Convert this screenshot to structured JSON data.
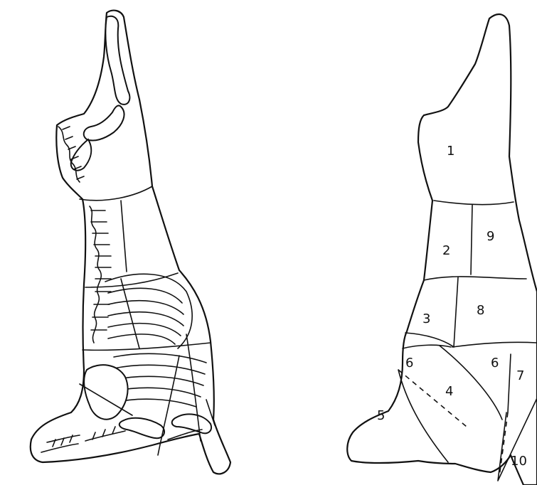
{
  "diagram": {
    "labels": [
      {
        "id": "region-1",
        "text": "1"
      },
      {
        "id": "region-2",
        "text": "2"
      },
      {
        "id": "region-9",
        "text": "9"
      },
      {
        "id": "region-3",
        "text": "3"
      },
      {
        "id": "region-8",
        "text": "8"
      },
      {
        "id": "region-6a",
        "text": "6"
      },
      {
        "id": "region-6b",
        "text": "6"
      },
      {
        "id": "region-7",
        "text": "7"
      },
      {
        "id": "region-4",
        "text": "4"
      },
      {
        "id": "region-5",
        "text": "5"
      },
      {
        "id": "region-10",
        "text": "10"
      }
    ]
  }
}
